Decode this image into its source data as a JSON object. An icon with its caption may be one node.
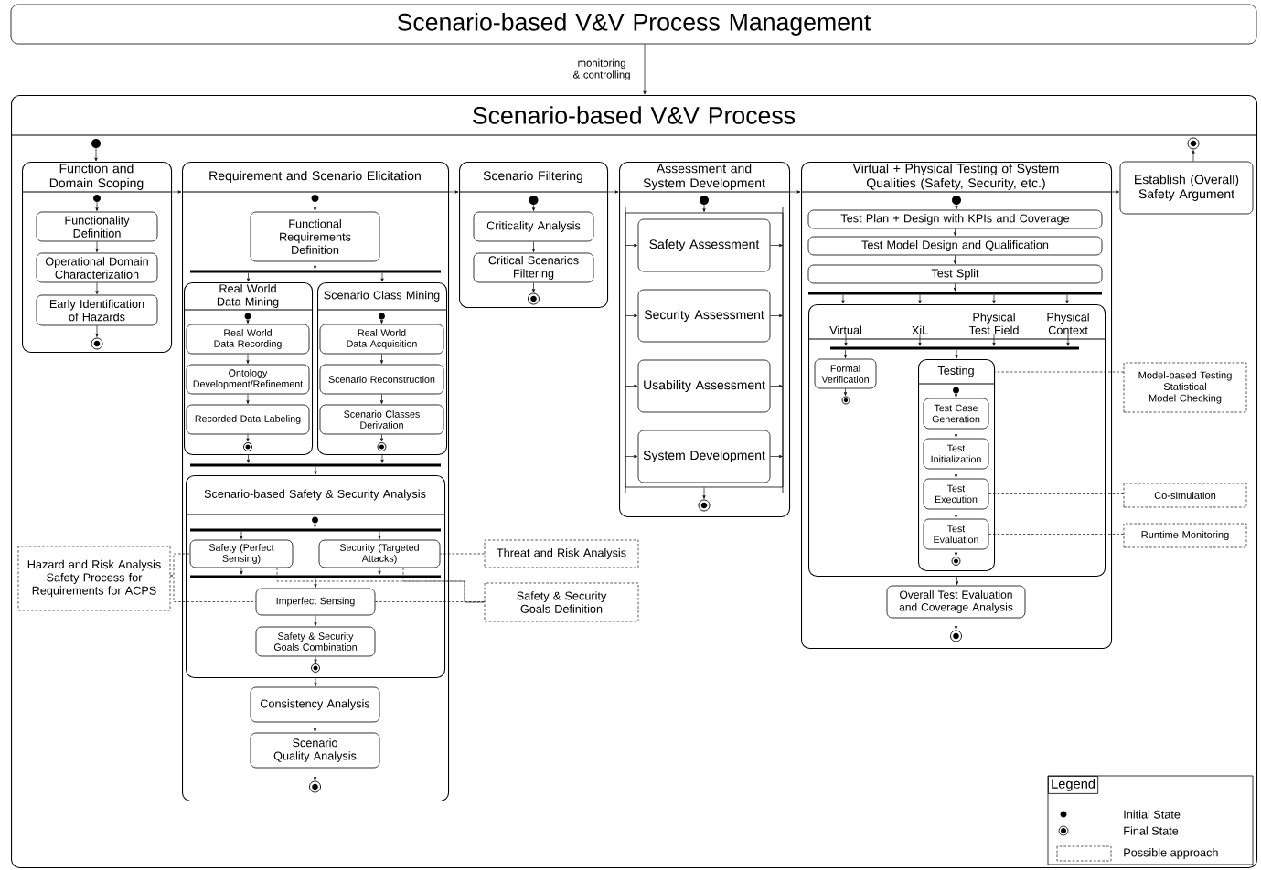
{
  "diagram": {
    "nodes": [
      {
        "text": [
          "Scenario-based V&V Process Management"
        ]
      },
      {
        "text": [
          "Scenario-based V&V Process"
        ]
      },
      {
        "text": [],
        "shape": "dot",
        "in": 1
      },
      {
        "text": [
          "Function and Domain Scoping"
        ],
        "in": 1
      },
      {
        "text": [],
        "shape": "dot",
        "in": 3
      },
      {
        "text": [
          "Functionality Definition"
        ],
        "in": 3
      },
      {
        "text": [
          "Operational Domain Characterization"
        ],
        "in": 3
      },
      {
        "text": [
          "Early Identification of Hazards"
        ],
        "in": 3
      },
      {
        "text": [],
        "shape": "bullseye",
        "in": 3
      },
      {
        "text": [
          "Requirement and Scenario Elicitation"
        ],
        "in": 1
      },
      {
        "text": [],
        "shape": "dot",
        "in": 9
      },
      {
        "text": [
          "Functional Requirements Definition"
        ],
        "in": 9
      },
      {
        "text": [],
        "shape": "bar",
        "in": 9
      },
      {
        "text": [
          "Real World Data Mining"
        ],
        "in": 9
      },
      {
        "text": [],
        "shape": "dot",
        "in": 13
      },
      {
        "text": [
          "Real World Data Recording"
        ],
        "in": 13
      },
      {
        "text": [
          "Ontology Development/Refinement"
        ],
        "in": 13
      },
      {
        "text": [
          "Recorded Data Labeling"
        ],
        "in": 13
      },
      {
        "text": [],
        "shape": "bullseye",
        "in": 13
      },
      {
        "text": [
          "Scenario Class Mining"
        ],
        "in": 9
      },
      {
        "text": [],
        "shape": "dot",
        "in": 19
      },
      {
        "text": [
          "Real World Data Acquisition"
        ],
        "in": 19
      },
      {
        "text": [
          "Scenario Reconstruction"
        ],
        "in": 19
      },
      {
        "text": [
          "Scenario Classes Derivation"
        ],
        "in": 19
      },
      {
        "text": [],
        "shape": "bullseye",
        "in": 19
      },
      {
        "text": [],
        "shape": "bar",
        "in": 9
      },
      {
        "text": [
          "Scenario-based Safety & Security Analysis"
        ],
        "in": 9
      },
      {
        "text": [],
        "shape": "dot",
        "in": 26
      },
      {
        "text": [],
        "shape": "bar",
        "in": 26
      },
      {
        "text": [
          "Safety (Perfect Sensing)"
        ],
        "in": 26
      },
      {
        "text": [
          "Security (Targeted Attacks)"
        ],
        "in": 26
      },
      {
        "text": [],
        "shape": "bar",
        "in": 26
      },
      {
        "text": [
          "Imperfect Sensing"
        ],
        "in": 26
      },
      {
        "text": [
          "Safety & Security Goals Combination"
        ],
        "in": 26
      },
      {
        "text": [],
        "shape": "bullseye",
        "in": 26
      },
      {
        "text": [
          "Consistency Analysis"
        ],
        "in": 9
      },
      {
        "text": [
          "Scenario Quality Analysis"
        ],
        "in": 9
      },
      {
        "text": [],
        "shape": "bullseye",
        "in": 9
      },
      {
        "text": [
          "Scenario Filtering"
        ],
        "in": 1
      },
      {
        "text": [],
        "shape": "dot",
        "in": 38
      },
      {
        "text": [
          "Criticality Analysis"
        ],
        "in": 38
      },
      {
        "text": [
          "Critical Scenarios Filtering"
        ],
        "in": 38
      },
      {
        "text": [],
        "shape": "bullseye",
        "in": 38
      },
      {
        "text": [
          "Assessment and System Development"
        ],
        "in": 1
      },
      {
        "text": [],
        "shape": "dot",
        "in": 43
      },
      {
        "text": [],
        "shape": "box",
        "in": 43
      },
      {
        "text": [
          "Safety Assessment"
        ],
        "in": 45
      },
      {
        "text": [
          "Security Assessment"
        ],
        "in": 45
      },
      {
        "text": [
          "Usability Assessment"
        ],
        "in": 45
      },
      {
        "text": [
          "System Development"
        ],
        "in": 45
      },
      {
        "text": [],
        "shape": "bullseye",
        "in": 43
      },
      {
        "text": [
          "Virtual + Physical Testing of System Qualities (Safety, Security, etc.)"
        ],
        "in": 1
      },
      {
        "text": [],
        "shape": "dot",
        "in": 51
      },
      {
        "text": [
          "Test Plan + Design with KPIs and Coverage"
        ],
        "in": 51
      },
      {
        "text": [
          "Test Model Design and Qualification"
        ],
        "in": 51
      },
      {
        "text": [
          "Test Split"
        ],
        "in": 51
      },
      {
        "text": [],
        "shape": "bar",
        "in": 51
      },
      {
        "text": [],
        "shape": "box",
        "in": 51
      },
      {
        "text": [],
        "shape": "bar",
        "in": 57
      },
      {
        "text": [
          "Formal Verification"
        ],
        "in": 57
      },
      {
        "text": [],
        "shape": "bullseye",
        "in": 57
      },
      {
        "text": [
          "Testing"
        ],
        "in": 57
      },
      {
        "text": [],
        "shape": "dot",
        "in": 61
      },
      {
        "text": [
          "Test Case Generation"
        ],
        "in": 61
      },
      {
        "text": [
          "Test Initialization"
        ],
        "in": 61
      },
      {
        "text": [
          "Test Execution"
        ],
        "in": 61
      },
      {
        "text": [
          "Test Evaluation"
        ],
        "in": 61
      },
      {
        "text": [],
        "shape": "bullseye",
        "in": 61
      },
      {
        "text": [
          "Overall Test Evaluation and Coverage Analysis"
        ],
        "in": 51
      },
      {
        "text": [],
        "shape": "bullseye",
        "in": 51
      },
      {
        "text": [
          "Establish (Overall) Safety Argument"
        ],
        "in": 1
      },
      {
        "text": [],
        "shape": "bullseye",
        "in": 1
      },
      {
        "text": [
          "Hazard and Risk Analysis",
          "Safety Process for Requirements for ACPS"
        ],
        "in": 1
      },
      {
        "text": [
          "Threat and Risk Analysis"
        ],
        "in": 1
      },
      {
        "text": [
          "Safety & Security Goals Definition"
        ],
        "in": 1
      },
      {
        "text": [
          "Model-based Testing",
          "Statistical Model Checking"
        ],
        "in": 1
      },
      {
        "text": [
          "Co-simulation"
        ],
        "in": 1
      },
      {
        "text": [
          "Runtime Monitoring"
        ],
        "in": 1
      },
      {
        "text": [
          "Virtual"
        ],
        "in": 57
      },
      {
        "text": [
          "XiL"
        ],
        "in": 57
      },
      {
        "text": [
          "Physical Test Field"
        ],
        "in": 57
      },
      {
        "text": [
          "Physical Context"
        ],
        "in": 57
      }
    ],
    "edges": [
      {
        "from": 0,
        "to": 1,
        "arrow": "to",
        "label": "monitoring & controlling"
      },
      {
        "from": 2,
        "to": 3,
        "arrow": "to"
      },
      {
        "from": 3,
        "to": 9,
        "arrow": "to"
      },
      {
        "from": 9,
        "to": 38,
        "arrow": "to"
      },
      {
        "from": 38,
        "to": 43,
        "arrow": "to"
      },
      {
        "from": 43,
        "to": 51,
        "arrow": "to"
      },
      {
        "from": 51,
        "to": 70,
        "arrow": "to"
      },
      {
        "from": 70,
        "to": 71,
        "arrow": "to"
      },
      {
        "from": 4,
        "to": 5,
        "arrow": "to"
      },
      {
        "from": 5,
        "to": 6,
        "arrow": "to"
      },
      {
        "from": 6,
        "to": 7,
        "arrow": "to"
      },
      {
        "from": 7,
        "to": 8,
        "arrow": "to"
      },
      {
        "from": 10,
        "to": 11,
        "arrow": "to"
      },
      {
        "from": 11,
        "to": 12,
        "arrow": "to"
      },
      {
        "from": 12,
        "to": 13,
        "arrow": "to"
      },
      {
        "from": 12,
        "to": 19,
        "arrow": "to"
      },
      {
        "from": 13,
        "to": 25,
        "arrow": "to"
      },
      {
        "from": 19,
        "to": 25,
        "arrow": "to"
      },
      {
        "from": 25,
        "to": 26,
        "arrow": "to"
      },
      {
        "from": 26,
        "to": 35,
        "arrow": "to"
      },
      {
        "from": 35,
        "to": 36,
        "arrow": "to"
      },
      {
        "from": 36,
        "to": 37,
        "arrow": "to"
      },
      {
        "from": 14,
        "to": 15,
        "arrow": "to"
      },
      {
        "from": 15,
        "to": 16,
        "arrow": "to"
      },
      {
        "from": 16,
        "to": 17,
        "arrow": "to"
      },
      {
        "from": 17,
        "to": 18,
        "arrow": "to"
      },
      {
        "from": 20,
        "to": 21,
        "arrow": "to"
      },
      {
        "from": 21,
        "to": 22,
        "arrow": "to"
      },
      {
        "from": 22,
        "to": 23,
        "arrow": "to"
      },
      {
        "from": 23,
        "to": 24,
        "arrow": "to"
      },
      {
        "from": 27,
        "to": 28,
        "arrow": "to"
      },
      {
        "from": 28,
        "to": 29,
        "arrow": "to"
      },
      {
        "from": 28,
        "to": 30,
        "arrow": "to"
      },
      {
        "from": 29,
        "to": 31,
        "arrow": "to"
      },
      {
        "from": 30,
        "to": 31,
        "arrow": "to"
      },
      {
        "from": 31,
        "to": 32,
        "arrow": "to"
      },
      {
        "from": 32,
        "to": 33,
        "arrow": "to"
      },
      {
        "from": 33,
        "to": 34,
        "arrow": "to"
      },
      {
        "from": 39,
        "to": 40,
        "arrow": "to"
      },
      {
        "from": 40,
        "to": 41,
        "arrow": "to"
      },
      {
        "from": 41,
        "to": 42,
        "arrow": "to"
      },
      {
        "from": 44,
        "to": 45,
        "arrow": "to"
      },
      {
        "from": 45,
        "to": 46,
        "arrow": "to"
      },
      {
        "from": 45,
        "to": 47,
        "arrow": "to"
      },
      {
        "from": 45,
        "to": 48,
        "arrow": "to"
      },
      {
        "from": 45,
        "to": 49,
        "arrow": "to"
      },
      {
        "from": 46,
        "to": 45,
        "arrow": "to"
      },
      {
        "from": 47,
        "to": 45,
        "arrow": "to"
      },
      {
        "from": 48,
        "to": 45,
        "arrow": "to"
      },
      {
        "from": 49,
        "to": 45,
        "arrow": "to"
      },
      {
        "from": 45,
        "to": 50,
        "arrow": "to"
      },
      {
        "from": 52,
        "to": 53,
        "arrow": "to"
      },
      {
        "from": 53,
        "to": 54,
        "arrow": "to"
      },
      {
        "from": 54,
        "to": 55,
        "arrow": "to"
      },
      {
        "from": 55,
        "to": 56,
        "arrow": "to"
      },
      {
        "from": 56,
        "to": 57,
        "arrow": "to"
      },
      {
        "from": 56,
        "to": 57,
        "arrow": "to"
      },
      {
        "from": 56,
        "to": 57,
        "arrow": "to"
      },
      {
        "from": 56,
        "to": 57,
        "arrow": "to"
      },
      {
        "from": 78,
        "to": 58,
        "arrow": "to"
      },
      {
        "from": 79,
        "to": 58,
        "arrow": "to"
      },
      {
        "from": 80,
        "to": 58,
        "arrow": "to"
      },
      {
        "from": 81,
        "to": 58,
        "arrow": "to"
      },
      {
        "from": 58,
        "to": 59,
        "arrow": "to"
      },
      {
        "from": 58,
        "to": 61,
        "arrow": "to"
      },
      {
        "from": 59,
        "to": 60,
        "arrow": "to"
      },
      {
        "from": 62,
        "to": 63,
        "arrow": "to"
      },
      {
        "from": 63,
        "to": 64,
        "arrow": "to"
      },
      {
        "from": 64,
        "to": 65,
        "arrow": "to"
      },
      {
        "from": 65,
        "to": 66,
        "arrow": "to"
      },
      {
        "from": 66,
        "to": 67,
        "arrow": "to"
      },
      {
        "from": 57,
        "to": 68,
        "arrow": "to"
      },
      {
        "from": 68,
        "to": 69,
        "arrow": "to"
      },
      {
        "from": 72,
        "to": 29,
        "arrow": "none",
        "style": "dashed"
      },
      {
        "from": 72,
        "to": 32,
        "arrow": "none",
        "style": "dashed"
      },
      {
        "from": 73,
        "to": 30,
        "arrow": "none",
        "style": "dashed"
      },
      {
        "from": 74,
        "to": 32,
        "arrow": "none",
        "style": "dashed"
      },
      {
        "from": 74,
        "to": 29,
        "arrow": "none",
        "style": "dashed"
      },
      {
        "from": 74,
        "to": 30,
        "arrow": "none",
        "style": "dashed"
      },
      {
        "from": 75,
        "to": 61,
        "arrow": "none",
        "style": "dashed"
      },
      {
        "from": 76,
        "to": 65,
        "arrow": "none",
        "style": "dashed"
      },
      {
        "from": 77,
        "to": 66,
        "arrow": "none",
        "style": "dashed"
      }
    ],
    "labels": [
      "Legend"
    ],
    "legend": [
      {
        "text": "Initial State"
      },
      {
        "text": "Final State"
      },
      {
        "text": "Possible approach"
      }
    ]
  }
}
